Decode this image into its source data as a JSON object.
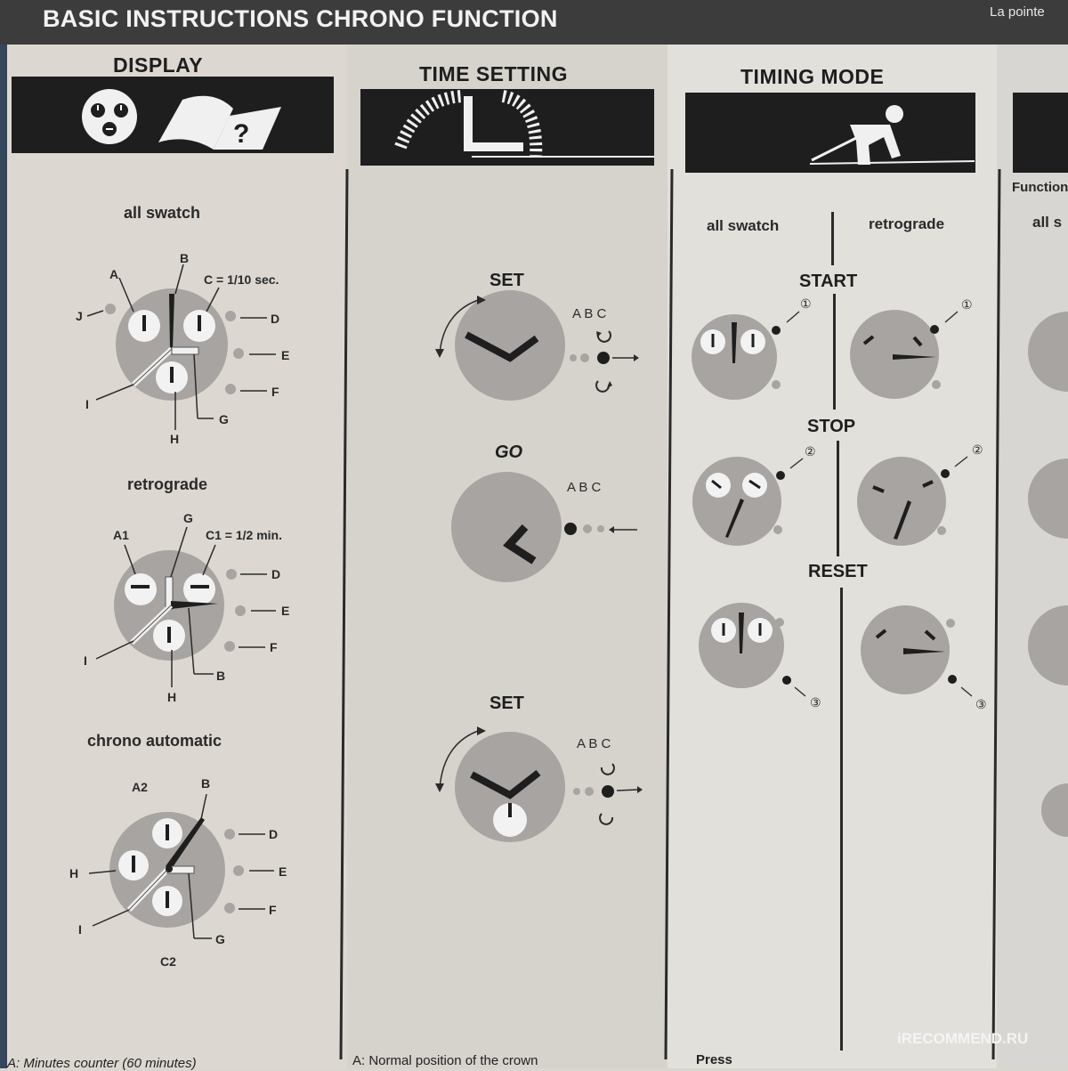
{
  "header": {
    "title": "BASIC INSTRUCTIONS CHRONO FUNCTION",
    "corner_text": "La pointe"
  },
  "display": {
    "title": "DISPLAY",
    "all_swatch": {
      "heading": "all swatch",
      "labels": {
        "A": "A",
        "B": "B",
        "C": "C = 1/10 sec.",
        "D": "D",
        "E": "E",
        "F": "F",
        "G": "G",
        "H": "H",
        "I": "I",
        "J": "J"
      }
    },
    "retrograde": {
      "heading": "retrograde",
      "labels": {
        "A1": "A1",
        "G": "G",
        "C1": "C1 = 1/2 min.",
        "D": "D",
        "E": "E",
        "F": "F",
        "B": "B",
        "H": "H",
        "I": "I"
      }
    },
    "chrono_automatic": {
      "heading": "chrono automatic",
      "labels": {
        "A2": "A2",
        "B": "B",
        "D": "D",
        "E": "E",
        "F": "F",
        "G": "G",
        "H": "H",
        "I": "I",
        "C2": "C2"
      }
    }
  },
  "time_setting": {
    "title": "TIME SETTING",
    "steps": [
      {
        "word": "SET",
        "positions": "A B C"
      },
      {
        "word": "GO",
        "positions": "A B C"
      },
      {
        "word": "SET",
        "positions": "A B C"
      }
    ]
  },
  "timing_mode": {
    "title": "TIMING MODE",
    "col_left": "all swatch",
    "col_right": "retrograde",
    "steps": [
      "START",
      "STOP",
      "RESET"
    ],
    "markers": [
      "①",
      "②",
      "③"
    ]
  },
  "fourth_column": {
    "text1": "Function",
    "text2": "all s"
  },
  "footer": {
    "left": "A:  Minutes counter (60 minutes)",
    "mid": "A:  Normal position of the crown",
    "right": "Press"
  },
  "watermark": "iRECOMMEND.RU",
  "icons": [
    "subdials-icon",
    "book-question-icon",
    "clock-dial-icon",
    "runner-start-icon",
    "rotate-arrow-icon",
    "push-arrow-icon"
  ]
}
